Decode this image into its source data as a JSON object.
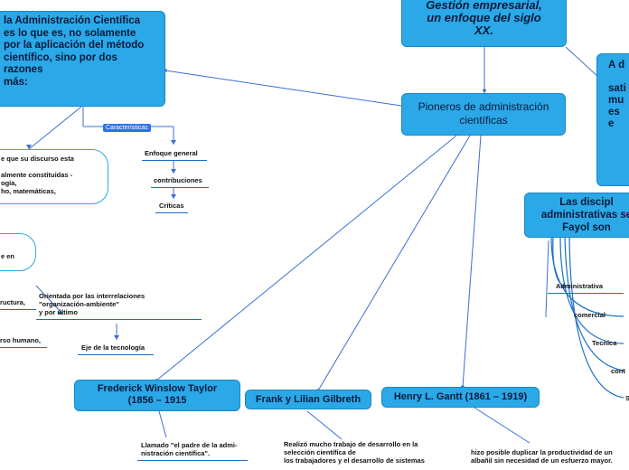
{
  "central": {
    "title": "Gestión empresarial,\nun enfoque del siglo\nXX."
  },
  "intro": {
    "text": "la Administración Científica\nes lo que es, no solamente\npor la aplicación del método\ncientífico, sino por dos\nrazones\nmás:"
  },
  "pioneers": {
    "title": "Pioneros de administración\ncientíficas"
  },
  "right_top": {
    "text": "A d\n\nsati\nmu\nes\ne"
  },
  "disciplines": {
    "title": "Las discipl\nadministrativas se\nFayol son"
  },
  "characteristics_tag": "Características",
  "characteristics": [
    "Enfoque general",
    "contribuciones",
    "Críticas"
  ],
  "left_fragments": {
    "box1": "e que su discurso esta\n\nalmente constituidas -\nogía,\nho, matemáticas,",
    "box2": "e en",
    "f1": "ructura,",
    "f2": "rso humano,",
    "orientation": "Orientada por las interrelaciones\n\"organización-ambiente\"\ny por último",
    "tech": "Eje de la tecnología"
  },
  "people": [
    {
      "name": "Frederick Winslow Taylor\n(1856 – 1915",
      "note": "Llamado \"el padre de la admi-\nnistración científica\"."
    },
    {
      "name": "Frank y Lilian Gilbreth",
      "note": "Realizó mucho trabajo de desarrollo en la\nselección científica de\nlos trabajadores y el desarrollo de sistemas"
    },
    {
      "name": "Henry L. Gantt (1861 – 1919)",
      "note": "hizo posible duplicar la productividad de un\nalbañil sin necesidad de un esfuerzo mayor."
    }
  ],
  "fayol_list": [
    "Administrativa",
    "comercial",
    "Tecnica",
    "cont",
    "S"
  ]
}
